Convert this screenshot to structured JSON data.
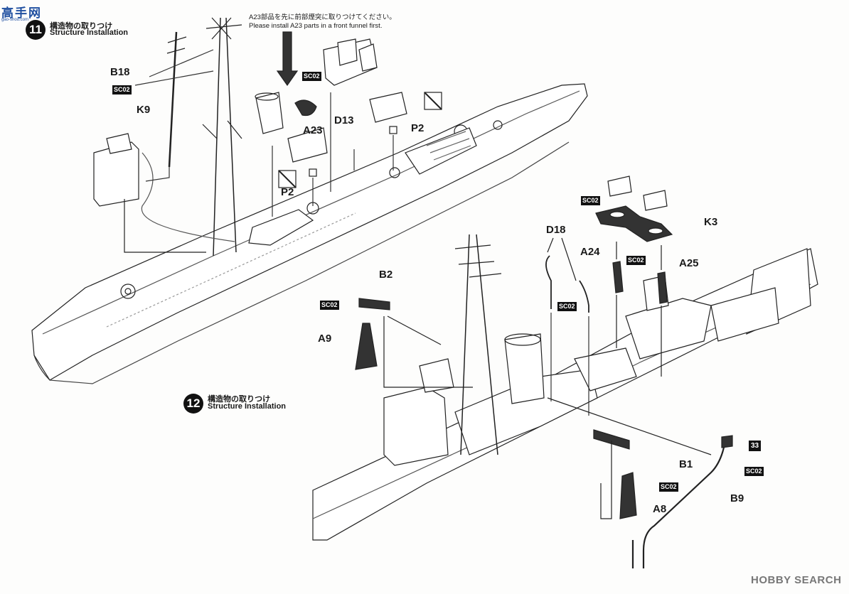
{
  "watermark_top": {
    "chinese": "高手网",
    "url": "gao-shou.com"
  },
  "watermark_bottom": {
    "text": "HOBBY SEARCH"
  },
  "step11": {
    "number": "11",
    "title_jp": "構造物の取りつけ",
    "title_en": "Structure Installation"
  },
  "step12": {
    "number": "12",
    "title_jp": "構造物の取りつけ",
    "title_en": "Structure Installation"
  },
  "note": {
    "jp": "A23部品を先に前部煙突に取りつけてください。",
    "en": "Please install A23 parts in a front funnel first."
  },
  "parts_step11": {
    "b18": "B18",
    "k9": "K9",
    "a23": "A23",
    "d13": "D13",
    "p2a": "P2",
    "p2b": "P2"
  },
  "parts_step12": {
    "d18": "D18",
    "a24": "A24",
    "a25": "A25",
    "k3": "K3",
    "b2": "B2",
    "a9": "A9",
    "b1": "B1",
    "a8": "A8",
    "b9": "B9"
  },
  "sc_label": "SC02",
  "decal_number": "33"
}
